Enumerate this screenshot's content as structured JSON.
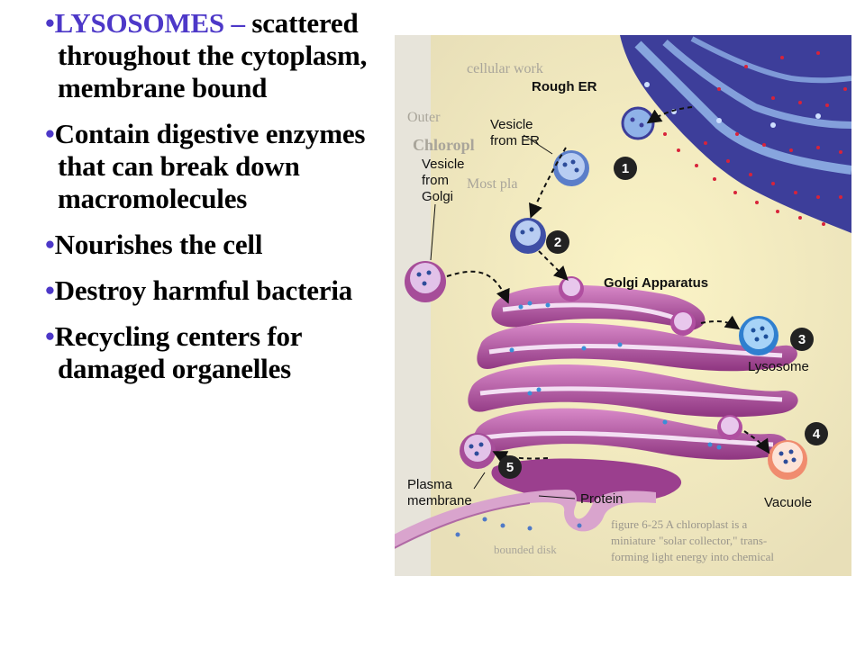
{
  "slide": {
    "bullets": [
      {
        "head": "LYSOSOMES –",
        "rest": " scattered throughout the cytoplasm, membrane bound"
      },
      {
        "head": "",
        "rest": "Contain digestive enzymes that can break down macromolecules"
      },
      {
        "head": "",
        "rest": "Nourishes the cell"
      },
      {
        "head": "",
        "rest": "Destroy harmful bacteria"
      },
      {
        "head": "",
        "rest": "Recycling centers for damaged organelles"
      }
    ]
  },
  "figure": {
    "labels": {
      "rough_er": "Rough ER",
      "vesicle_er_1": "Vesicle",
      "vesicle_er_2": "from ER",
      "vesicle_golgi_1": "Vesicle",
      "vesicle_golgi_2": "from",
      "vesicle_golgi_3": "Golgi",
      "golgi": "Golgi Apparatus",
      "lysosome": "Lysosome",
      "vacuole": "Vacuole",
      "protein": "Protein",
      "plasma_1": "Plasma",
      "plasma_2": "membrane"
    },
    "steps": [
      "1",
      "2",
      "3",
      "4",
      "5"
    ],
    "background_text": [
      "cellular work",
      "Outer",
      "Chloropl",
      "Most pla",
      "figure 6-25  A chloroplast is a",
      "miniature \"solar collector,\" trans-",
      "forming light energy into chemical",
      "bounded disk"
    ],
    "colors": {
      "er_blue": "#3d3e9a",
      "er_dots": "#d8233a",
      "golgi_magenta": "#b04fa0",
      "vesicle_blue": "#5b7ec9",
      "lysosome_blue": "#3a8fd8",
      "vacuole_pink": "#f1a58c",
      "step_circle": "#222222"
    }
  }
}
